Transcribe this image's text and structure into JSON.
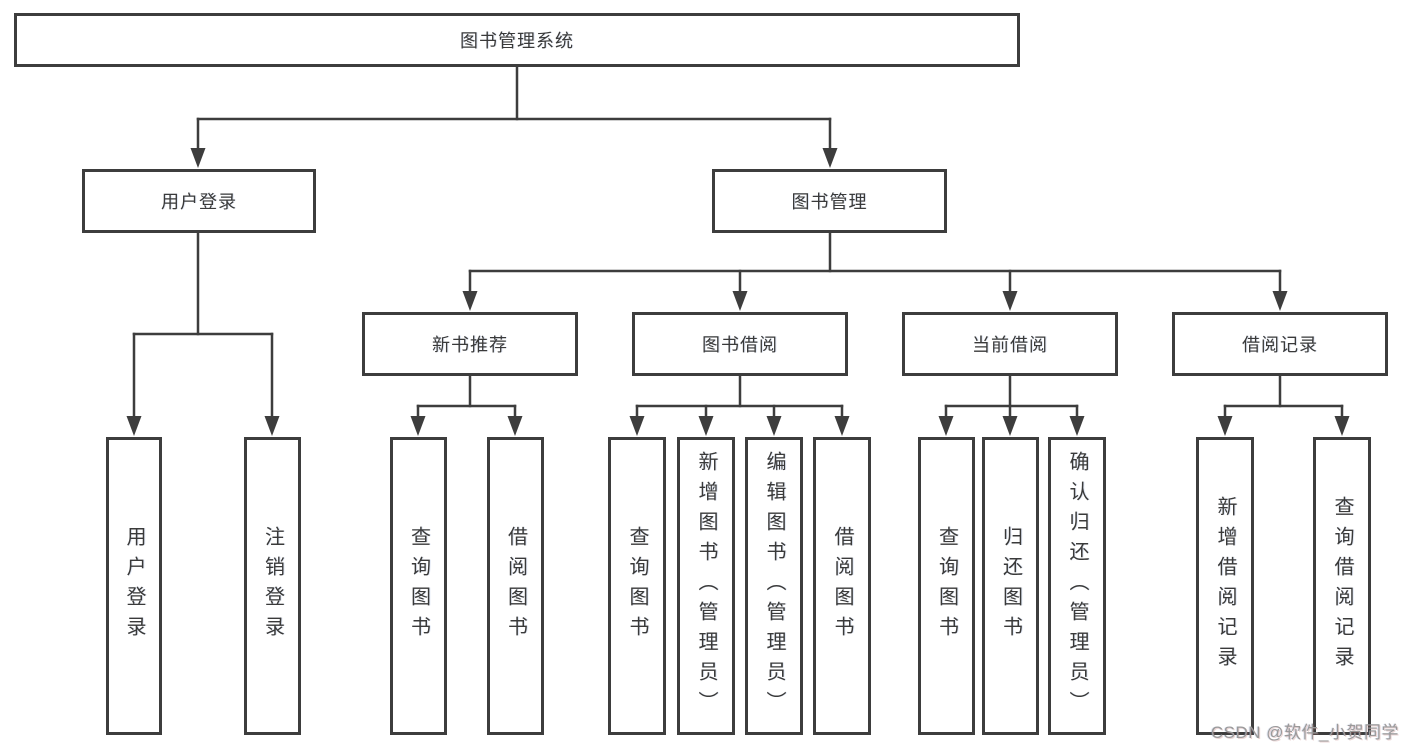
{
  "tree": {
    "label": "图书管理系统",
    "children": [
      {
        "label": "用户登录",
        "children": [
          {
            "label": "用户登录"
          },
          {
            "label": "注销登录"
          }
        ]
      },
      {
        "label": "图书管理",
        "children": [
          {
            "label": "新书推荐",
            "children": [
              {
                "label": "查询图书"
              },
              {
                "label": "借阅图书"
              }
            ]
          },
          {
            "label": "图书借阅",
            "children": [
              {
                "label": "查询图书"
              },
              {
                "label": "新增图书（管理员）"
              },
              {
                "label": "编辑图书（管理员）"
              },
              {
                "label": "借阅图书"
              }
            ]
          },
          {
            "label": "当前借阅",
            "children": [
              {
                "label": "查询图书"
              },
              {
                "label": "归还图书"
              },
              {
                "label": "确认归还（管理员）"
              }
            ]
          },
          {
            "label": "借阅记录",
            "children": [
              {
                "label": "新增借阅记录"
              },
              {
                "label": "查询借阅记录"
              }
            ]
          }
        ]
      }
    ]
  },
  "watermark": {
    "text": "CSDN @软件_小贺同学"
  },
  "colors": {
    "line": "#3d3d3d",
    "box_border": "#3d3d3d",
    "box_fill": "#ffffff",
    "text": "#3a3a3a",
    "watermark": "#9a9a9a",
    "background": "#ffffff"
  }
}
